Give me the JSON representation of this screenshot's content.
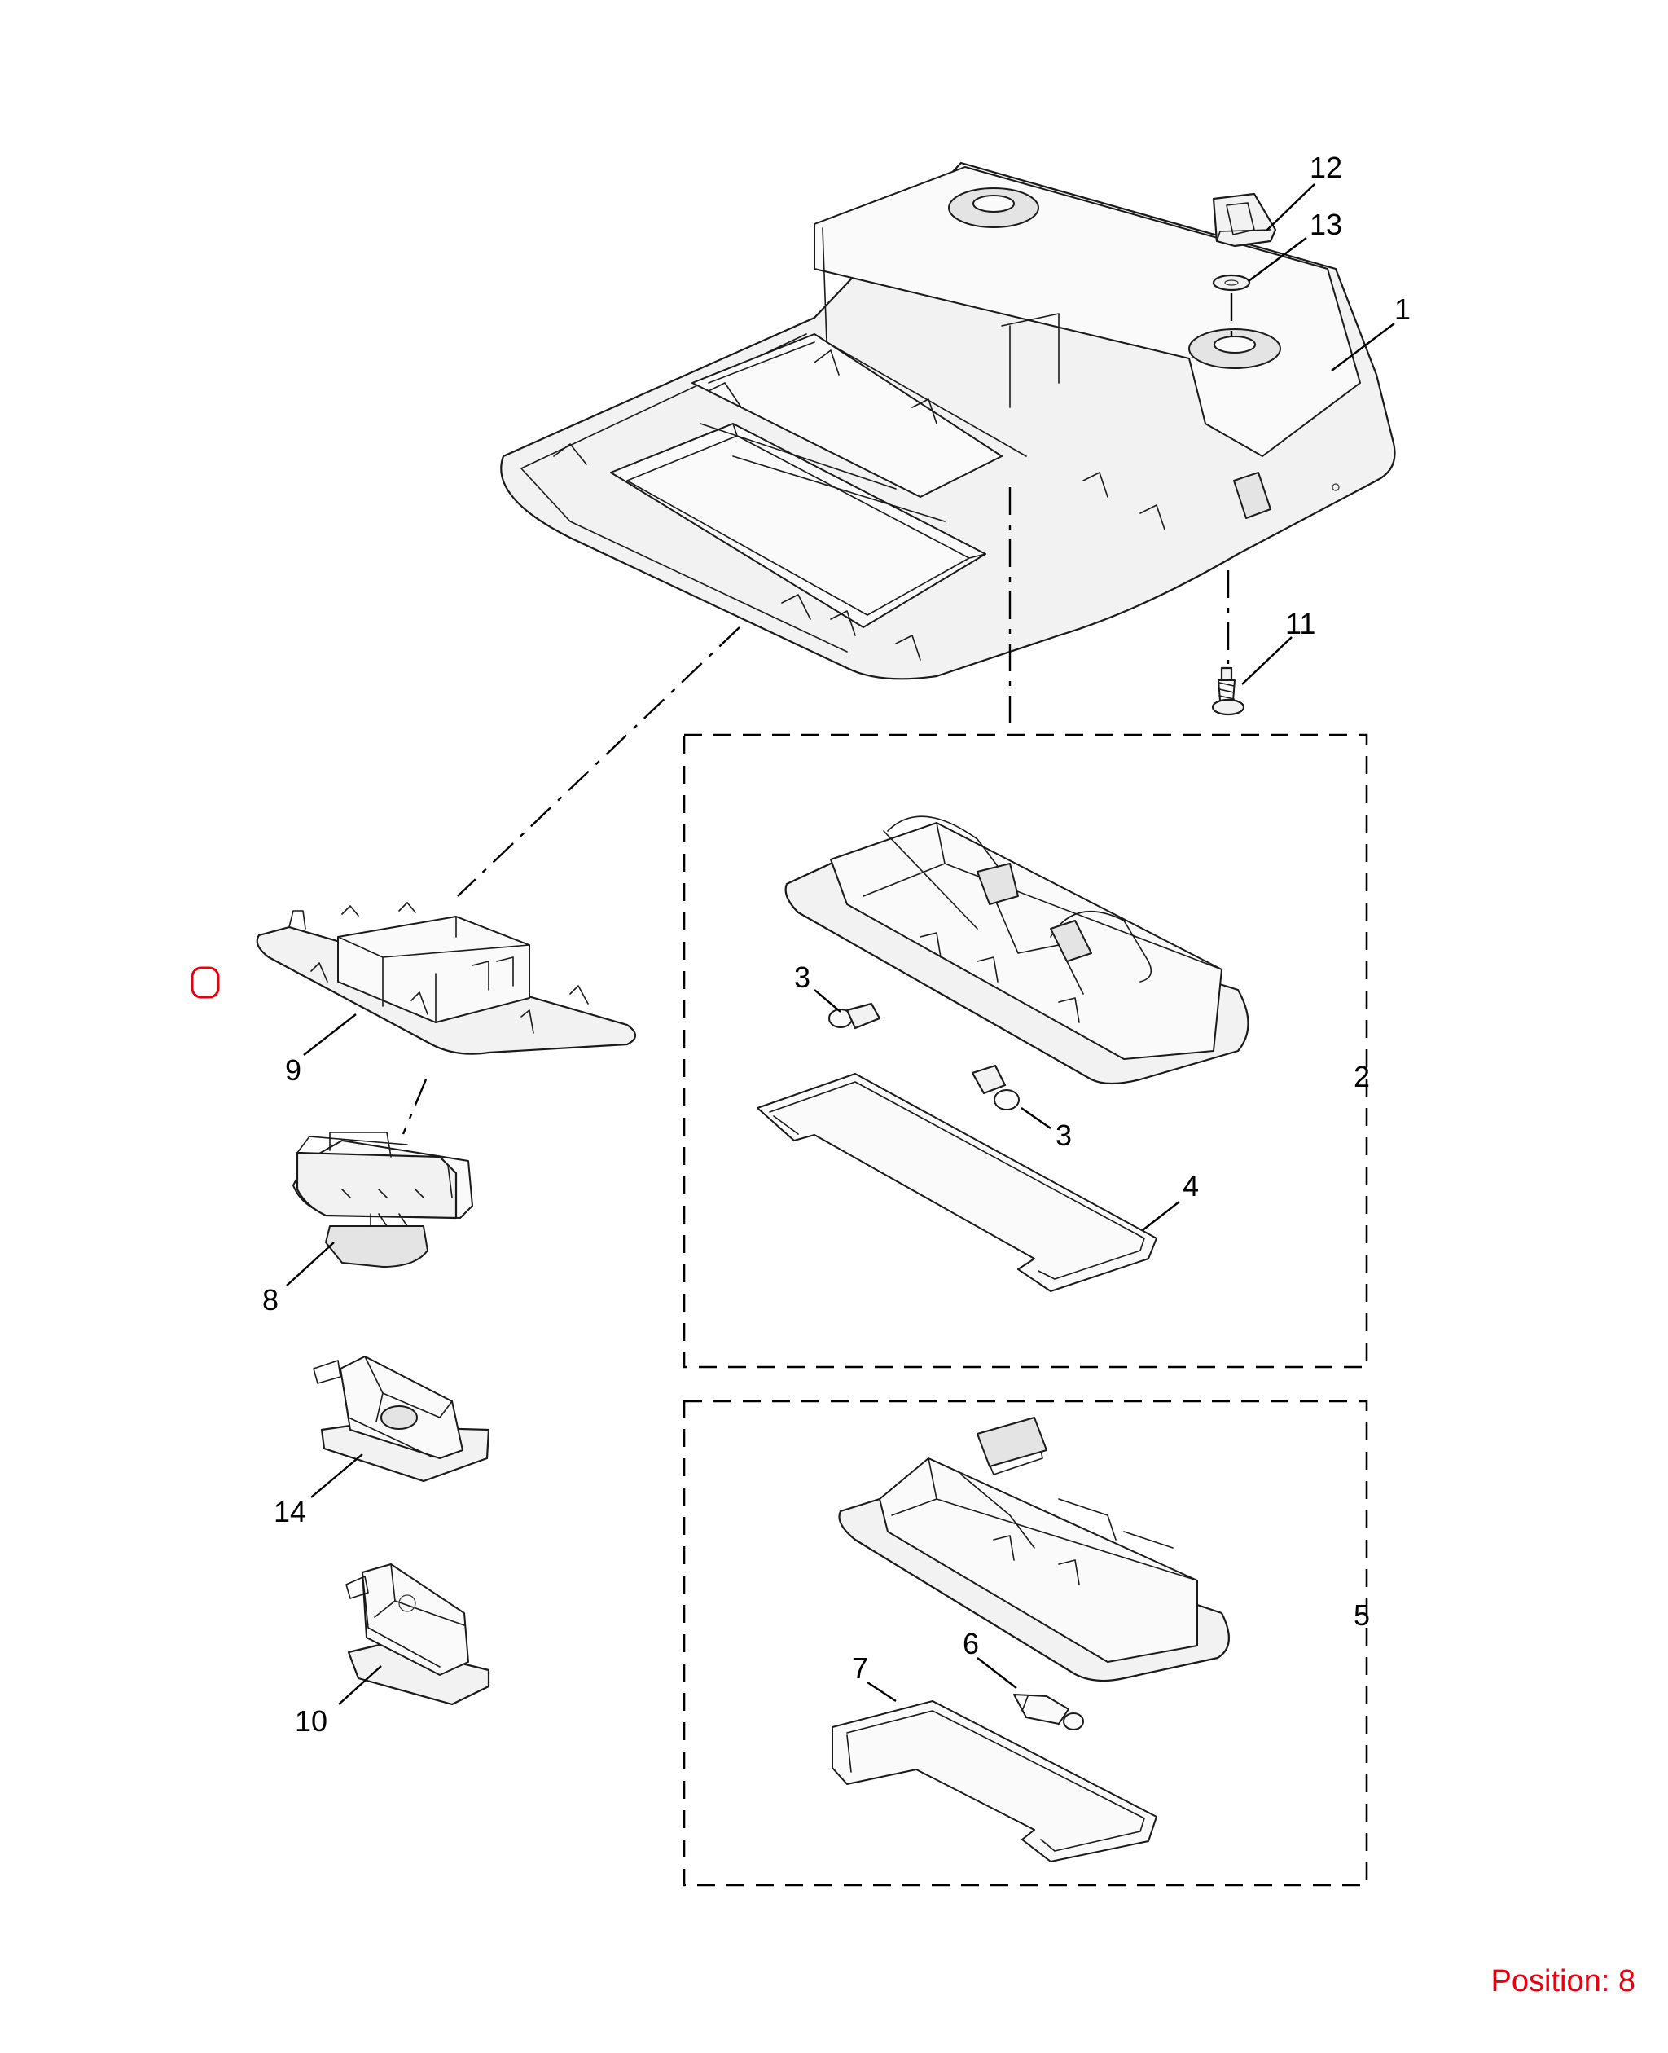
{
  "diagram": {
    "callouts": [
      {
        "id": "1",
        "label": "1"
      },
      {
        "id": "2",
        "label": "2"
      },
      {
        "id": "3a",
        "label": "3"
      },
      {
        "id": "3b",
        "label": "3"
      },
      {
        "id": "4",
        "label": "4"
      },
      {
        "id": "5",
        "label": "5"
      },
      {
        "id": "6",
        "label": "6"
      },
      {
        "id": "7",
        "label": "7"
      },
      {
        "id": "8",
        "label": "8"
      },
      {
        "id": "9",
        "label": "9"
      },
      {
        "id": "10",
        "label": "10"
      },
      {
        "id": "11",
        "label": "11"
      },
      {
        "id": "12",
        "label": "12"
      },
      {
        "id": "13",
        "label": "13"
      },
      {
        "id": "14",
        "label": "14"
      }
    ],
    "position_text": "Position: 8",
    "colors": {
      "line": "#000000",
      "marker": "#e8000f",
      "position_text": "#e8000f"
    }
  }
}
